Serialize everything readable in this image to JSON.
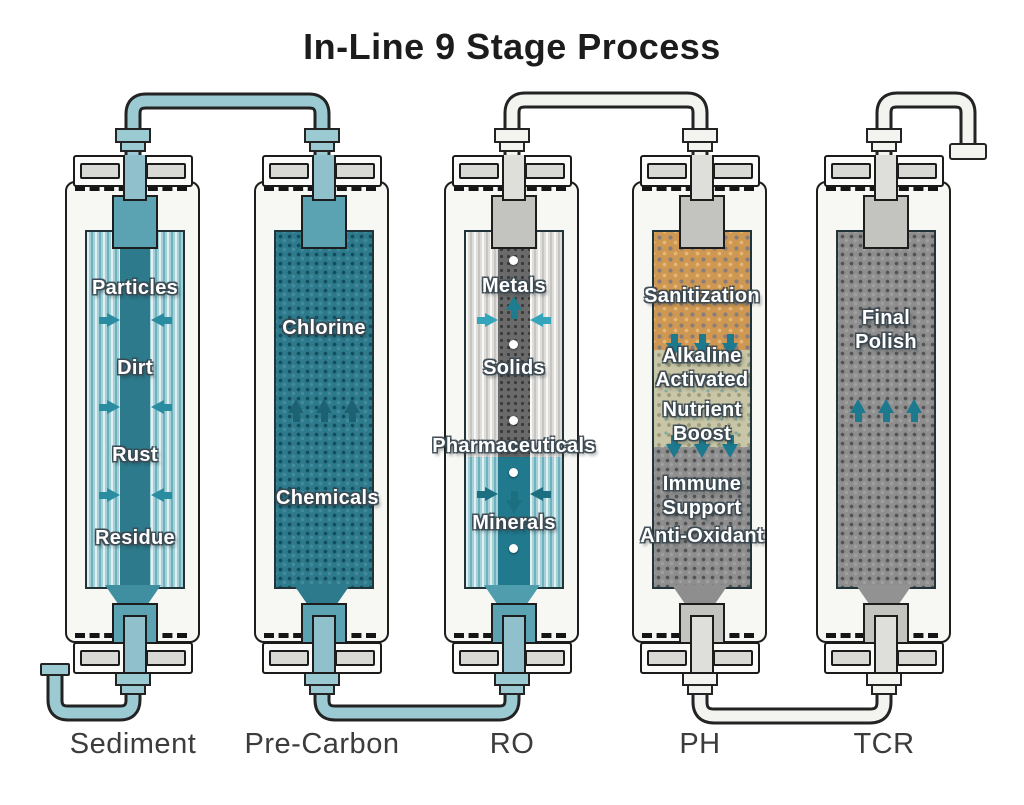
{
  "title": "In-Line 9 Stage Process",
  "stages": [
    {
      "name": "Sediment",
      "media_labels": [
        "Particles",
        "Dirt",
        "Rust",
        "Residue"
      ]
    },
    {
      "name": "Pre-Carbon",
      "media_labels": [
        "Chlorine",
        "Chemicals"
      ]
    },
    {
      "name": "RO",
      "media_labels": [
        "Metals",
        "Solids",
        "Pharmaceuticals",
        "Minerals"
      ]
    },
    {
      "name": "PH",
      "media_labels": [
        "Sanitization",
        "Alkaline Activated",
        "Nutrient Boost",
        "Immune Support",
        "Anti-Oxidant"
      ]
    },
    {
      "name": "TCR",
      "media_labels": [
        "Final Polish"
      ]
    }
  ],
  "colors": {
    "pipe_teal": "#9ccad3",
    "pipe_white": "#f3f3f0",
    "media_teal": "#2d7a8c",
    "media_orange": "#cf9852",
    "media_olive": "#c8c6a6",
    "media_gray": "#8e8e8e",
    "arrow_teal": "#1f7b8e",
    "outline_dark": "#232323"
  }
}
